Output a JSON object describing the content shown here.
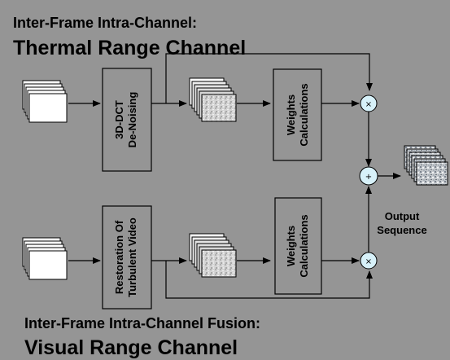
{
  "thermal": {
    "heading_line1": "Inter-Frame Intra-Channel:",
    "heading_line2": "Thermal Range Channel",
    "denoise_line1": "3D-DCT",
    "denoise_line2": "De-Noising",
    "weights_line1": "Weights",
    "weights_line2": "Calculations"
  },
  "visual": {
    "heading_line1": "Inter-Frame Intra-Channel Fusion:",
    "heading_line2": "Visual Range Channel",
    "restore_line1": "Restoration Of",
    "restore_line2": "Turbulent Video",
    "weights_line1": "Weights",
    "weights_line2": "Calculations"
  },
  "output": {
    "line1": "Output",
    "line2": "Sequence"
  },
  "operators": {
    "multiply": "×",
    "add": "+"
  },
  "colors": {
    "background": "#959595",
    "box_fill": "#959595",
    "operator_fill": "#d7f1f9",
    "line": "#000000",
    "frame_white": "#ffffff",
    "frame_noisy": "#d2d2d2"
  }
}
